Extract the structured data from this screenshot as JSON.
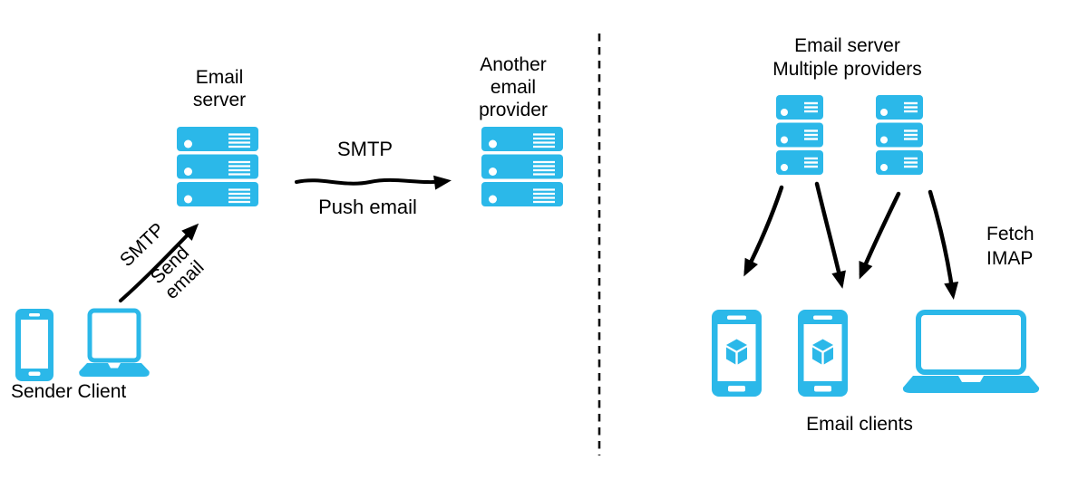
{
  "colors": {
    "accent": "#2BB8E9",
    "ink": "#000000",
    "background": "#FFFFFF"
  },
  "left": {
    "server_title": "Email\nserver",
    "send_arrow": {
      "protocol": "SMTP",
      "action": "Send\nemail"
    },
    "push_arrow": {
      "protocol": "SMTP",
      "action": "Push email"
    },
    "provider_title": "Another\nemail\nprovider",
    "sender_caption": "Sender Client"
  },
  "right": {
    "servers_title": "Email server\nMultiple providers",
    "fetch_label": "Fetch\nIMAP",
    "clients_caption": "Email clients"
  },
  "icons": {
    "server_stack": "server-stack-icon",
    "smartphone_outline": "smartphone-outline-icon",
    "laptop_outline": "laptop-outline-icon",
    "smartphone_filled": "smartphone-icon",
    "laptop_filled": "laptop-icon",
    "cube": "cube-icon",
    "arrow": "arrow-icon",
    "divider": "dashed-divider"
  }
}
